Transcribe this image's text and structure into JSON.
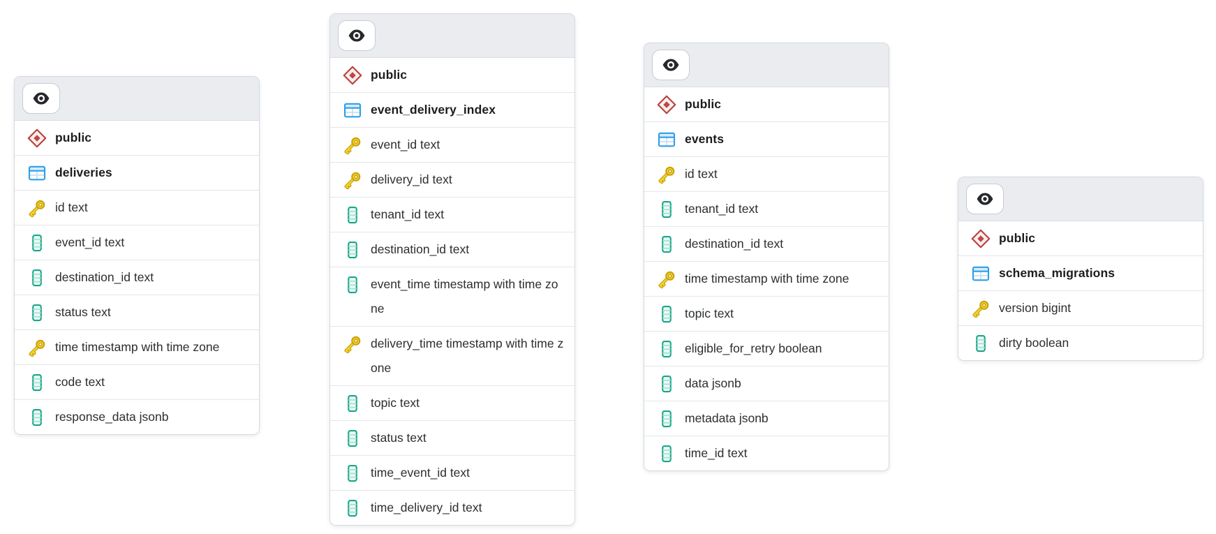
{
  "diagram": {
    "kind": "database-schema-diagram",
    "colors": {
      "schema_icon": "#b5433f",
      "table_icon": "#2d9fe8",
      "key_icon": "#c9a20c",
      "column_icon": "#18a68b",
      "card_header_bg": "#eaecef",
      "card_border": "#d5d9df"
    },
    "icon_names": [
      "eye-icon",
      "schema-diamond-icon",
      "table-icon",
      "key-icon",
      "column-icon"
    ]
  },
  "tables": [
    {
      "schema": "public",
      "name": "deliveries",
      "columns": [
        {
          "label": "id text",
          "primary_key": true
        },
        {
          "label": "event_id text",
          "primary_key": false
        },
        {
          "label": "destination_id text",
          "primary_key": false
        },
        {
          "label": "status text",
          "primary_key": false
        },
        {
          "label": "time timestamp with time zone",
          "primary_key": true
        },
        {
          "label": "code text",
          "primary_key": false
        },
        {
          "label": "response_data jsonb",
          "primary_key": false
        }
      ]
    },
    {
      "schema": "public",
      "name": "event_delivery_index",
      "columns": [
        {
          "label": "event_id text",
          "primary_key": true
        },
        {
          "label": "delivery_id text",
          "primary_key": true
        },
        {
          "label": "tenant_id text",
          "primary_key": false
        },
        {
          "label": "destination_id text",
          "primary_key": false
        },
        {
          "label": "event_time timestamp with time zone",
          "primary_key": false
        },
        {
          "label": "delivery_time timestamp with time zone",
          "primary_key": true
        },
        {
          "label": "topic text",
          "primary_key": false
        },
        {
          "label": "status text",
          "primary_key": false
        },
        {
          "label": "time_event_id text",
          "primary_key": false
        },
        {
          "label": "time_delivery_id text",
          "primary_key": false
        }
      ]
    },
    {
      "schema": "public",
      "name": "events",
      "columns": [
        {
          "label": "id text",
          "primary_key": true
        },
        {
          "label": "tenant_id text",
          "primary_key": false
        },
        {
          "label": "destination_id text",
          "primary_key": false
        },
        {
          "label": "time timestamp with time zone",
          "primary_key": true
        },
        {
          "label": "topic text",
          "primary_key": false
        },
        {
          "label": "eligible_for_retry boolean",
          "primary_key": false
        },
        {
          "label": "data jsonb",
          "primary_key": false
        },
        {
          "label": "metadata jsonb",
          "primary_key": false
        },
        {
          "label": "time_id text",
          "primary_key": false
        }
      ]
    },
    {
      "schema": "public",
      "name": "schema_migrations",
      "columns": [
        {
          "label": "version bigint",
          "primary_key": true
        },
        {
          "label": "dirty boolean",
          "primary_key": false
        }
      ]
    }
  ]
}
